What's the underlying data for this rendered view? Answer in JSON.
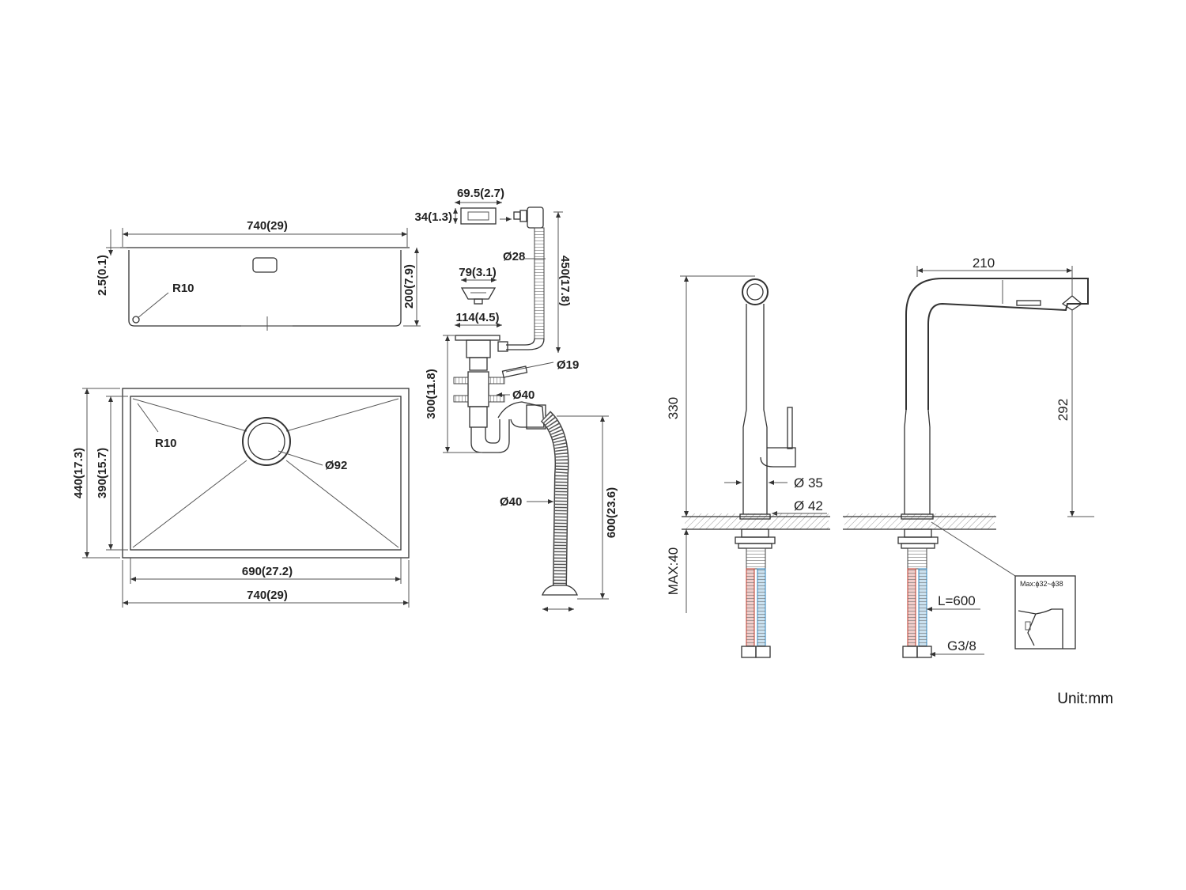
{
  "sink_top": {
    "width_label": "740(29)",
    "rim_label": "2.5(0.1)",
    "depth_label": "200(7.9)",
    "radius_label": "R10"
  },
  "sink_plan": {
    "outer_depth_label": "440(17.3)",
    "inner_depth_label": "390(15.7)",
    "radius_label": "R10",
    "drain_label": "Ø92",
    "inner_width_label": "690(27.2)",
    "outer_width_label": "740(29)"
  },
  "drain_kit": {
    "overflow_width_label": "69.5(2.7)",
    "overflow_height_label": "34(1.3)",
    "hose_dia_label": "Ø28",
    "hose_length_label": "450(17.8)",
    "basket_label": "79(3.1)",
    "flange_label": "114(4.5)",
    "side_inlet_label": "Ø19",
    "trap_height_label": "300(11.8)",
    "trap_dia_label": "Ø40",
    "outlet_dia_label": "Ø40",
    "outlet_length_label": "600(23.6)"
  },
  "faucet_front": {
    "height_label": "330",
    "spout_dia_label": "Ø 35",
    "base_dia_label": "Ø 42",
    "max_label": "MAX:40"
  },
  "faucet_side": {
    "reach_label": "210",
    "spout_height_label": "292",
    "hose_length_label": "L=600",
    "thread_label": "G3/8",
    "hole_label": "Max:ɸ32~ɸ38"
  },
  "footer": {
    "unit_label": "Unit:mm"
  },
  "colors": {
    "hot_pipe": "#c0392b",
    "cold_pipe": "#2e86c1",
    "line": "#333333"
  }
}
